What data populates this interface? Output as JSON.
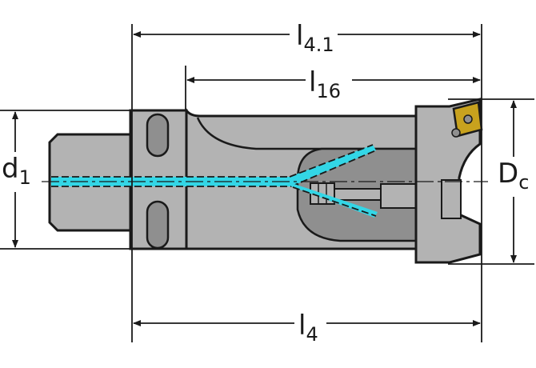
{
  "labels": {
    "l41": {
      "main": "l",
      "sub": "4.1"
    },
    "l16": {
      "main": "l",
      "sub": "16"
    },
    "l4": {
      "main": "l",
      "sub": "4"
    },
    "d1": {
      "main": "d",
      "sub": "1"
    },
    "dc": {
      "main": "D",
      "sub": "c"
    }
  },
  "colors": {
    "body": "#b3b3b3",
    "body_dark": "#8f8f8f",
    "outline": "#1a1a1a",
    "coolant": "#33d6e6",
    "insert": "#c8a21e"
  }
}
